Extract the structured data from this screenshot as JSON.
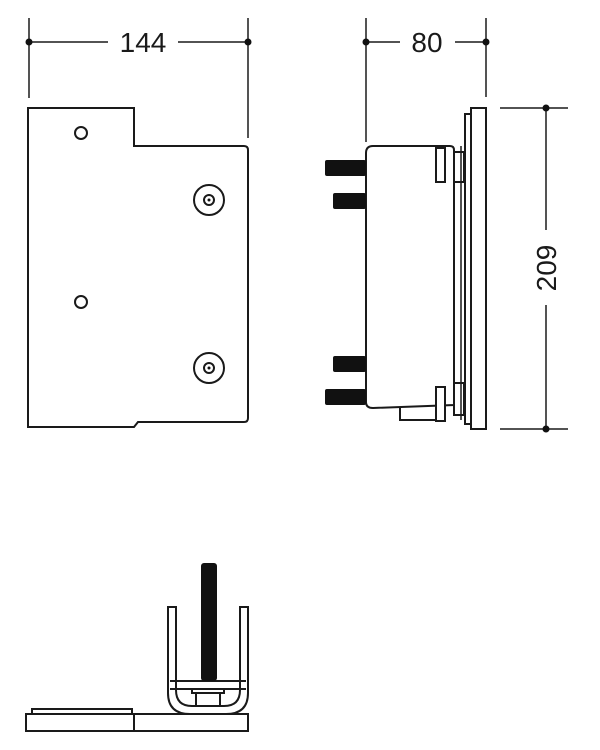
{
  "drawing": {
    "type": "technical-dimension-drawing",
    "views": {
      "front": {
        "label": "front-view"
      },
      "side": {
        "label": "side-view"
      },
      "top": {
        "label": "top-view"
      }
    },
    "dimensions": {
      "width": "144",
      "depth": "80",
      "height": "209"
    },
    "colors": {
      "line": "#1a1a1a",
      "background": "#ffffff",
      "fill_dark": "#111111"
    }
  }
}
